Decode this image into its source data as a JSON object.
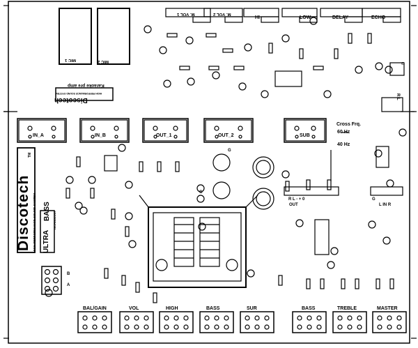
{
  "board": {
    "top_sliders": [
      "M. VOL 1",
      "M. VOL 2",
      "HI",
      "LOW",
      "DELAY",
      "ECHO"
    ],
    "mic_labels": [
      "MIC 1",
      "MIC 2"
    ],
    "brand_small": "Discotech",
    "brand_small_sub": "HIGH PERFORMANCE SOUND SYSTEM",
    "karaoke_text": "Karaoke pre amp",
    "io_headers": [
      "IN_A",
      "IN_B",
      "OUT_1",
      "OUT_2",
      "SUB"
    ],
    "cross_freq": {
      "title": "Cross Frq.",
      "hi": "60 Hz",
      "lo": "40 Hz"
    },
    "brand_big": "Discotech",
    "brand_big_tm": "TM",
    "brand_big_sub": "HIGH PERFORMANCE SOUND SYSTEM",
    "ultra_bass": {
      "ultra": "ULTRA",
      "bass": "BASS",
      "tech": "TECHNOLOGY"
    },
    "selector": {
      "b": "B",
      "a": "A"
    },
    "out_label": "OUT",
    "rl_label": "R  L   -   +  0",
    "lin_r": "L IN R",
    "g_labels": [
      "G",
      "G",
      "G",
      "G"
    ],
    "rl_top": "R  L",
    "bottom_pots": [
      "BAL/GAIN",
      "VOL",
      "HIGH",
      "BASS",
      "SUR",
      "BASS",
      "TREBLE",
      "MASTER"
    ]
  }
}
